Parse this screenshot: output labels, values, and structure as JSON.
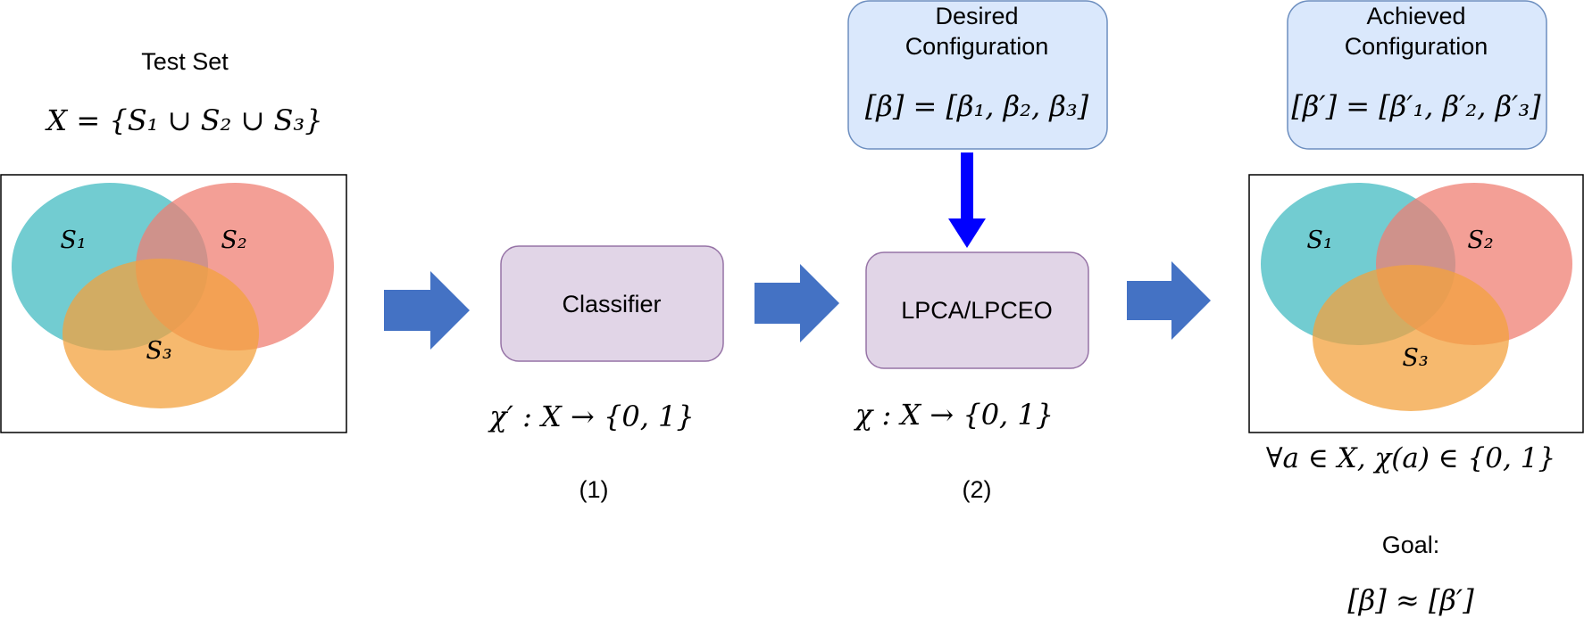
{
  "colors": {
    "teal": "#53c1c7",
    "salmon": "#ef7f73",
    "orange": "#f3a23e",
    "process_box_fill": "#e1d5e7",
    "process_box_stroke": "#9673a6",
    "config_box_fill": "#dae8fc",
    "config_box_stroke": "#6c8ebf",
    "flow_arrow": "#4472c4",
    "down_arrow": "#0000ff"
  },
  "test_set": {
    "title": "Test Set",
    "formula": "X = {S₁ ∪ S₂ ∪ S₃}",
    "labels": {
      "s1": "S₁",
      "s2": "S₂",
      "s3": "S₃"
    }
  },
  "classifier": {
    "label": "Classifier",
    "formula": "χ′ : X → {0, 1}",
    "step": "(1)"
  },
  "lpca": {
    "label": "LPCA/LPCEO",
    "formula": "χ : X → {0, 1}",
    "step": "(2)"
  },
  "desired": {
    "title_line1": "Desired",
    "title_line2": "Configuration",
    "formula": "[β] = [β₁, β₂, β₃]"
  },
  "achieved": {
    "title_line1": "Achieved",
    "title_line2": "Configuration",
    "formula": "[β′] = [β′₁, β′₂, β′₃]",
    "labels": {
      "s1": "S₁",
      "s2": "S₂",
      "s3": "S₃"
    },
    "condition": "∀a ∈ X, χ(a) ∈ {0, 1}"
  },
  "goal": {
    "label": "Goal:",
    "formula": "[β] ≈ [β′]"
  }
}
